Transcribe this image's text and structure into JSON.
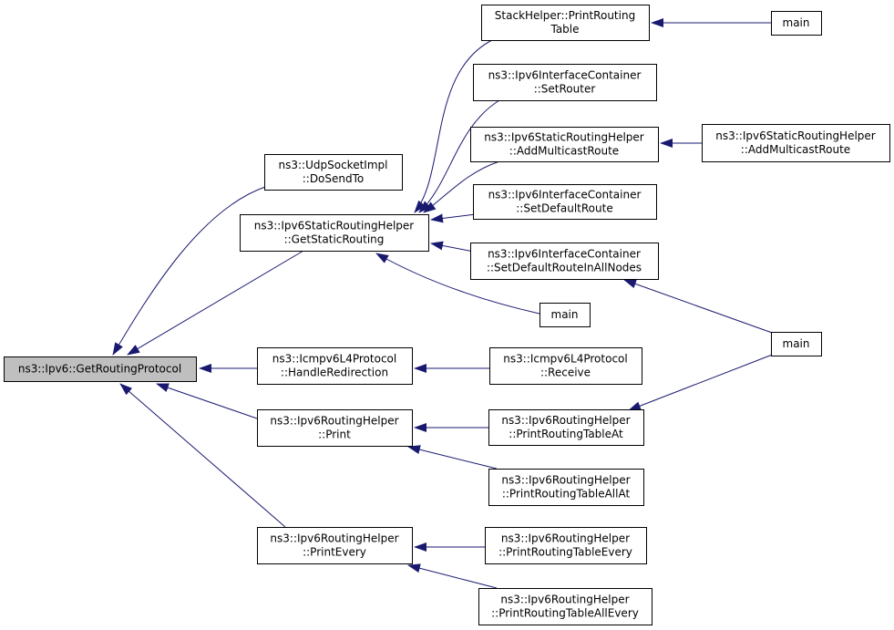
{
  "graph": {
    "colors": {
      "edge": "#191970",
      "node_fill": "#ffffff",
      "root_fill": "#bfbfbf",
      "node_border": "#000000"
    },
    "nodes": [
      {
        "id": "get_routing_protocol",
        "lines": [
          "ns3::Ipv6::GetRoutingProtocol"
        ],
        "root": true
      },
      {
        "id": "udp_do_send_to",
        "lines": [
          "ns3::UdpSocketImpl",
          "::DoSendTo"
        ]
      },
      {
        "id": "get_static_routing",
        "lines": [
          "ns3::Ipv6StaticRoutingHelper",
          "::GetStaticRouting"
        ]
      },
      {
        "id": "handle_redirection",
        "lines": [
          "ns3::Icmpv6L4Protocol",
          "::HandleRedirection"
        ]
      },
      {
        "id": "routing_print",
        "lines": [
          "ns3::Ipv6RoutingHelper",
          "::Print"
        ]
      },
      {
        "id": "routing_print_every",
        "lines": [
          "ns3::Ipv6RoutingHelper",
          "::PrintEvery"
        ]
      },
      {
        "id": "stack_print_routing_table",
        "lines": [
          "StackHelper::PrintRouting",
          "Table"
        ]
      },
      {
        "id": "container_set_router",
        "lines": [
          "ns3::Ipv6InterfaceContainer",
          "::SetRouter"
        ]
      },
      {
        "id": "static_add_multicast_1",
        "lines": [
          "ns3::Ipv6StaticRoutingHelper",
          "::AddMulticastRoute"
        ]
      },
      {
        "id": "container_set_default_route",
        "lines": [
          "ns3::Ipv6InterfaceContainer",
          "::SetDefaultRoute"
        ]
      },
      {
        "id": "container_set_default_all",
        "lines": [
          "ns3::Ipv6InterfaceContainer",
          "::SetDefaultRouteInAllNodes"
        ]
      },
      {
        "id": "main_mid",
        "lines": [
          "main"
        ]
      },
      {
        "id": "icmp_receive",
        "lines": [
          "ns3::Icmpv6L4Protocol",
          "::Receive"
        ]
      },
      {
        "id": "print_routing_table_at",
        "lines": [
          "ns3::Ipv6RoutingHelper",
          "::PrintRoutingTableAt"
        ]
      },
      {
        "id": "print_routing_table_all_at",
        "lines": [
          "ns3::Ipv6RoutingHelper",
          "::PrintRoutingTableAllAt"
        ]
      },
      {
        "id": "print_routing_table_every",
        "lines": [
          "ns3::Ipv6RoutingHelper",
          "::PrintRoutingTableEvery"
        ]
      },
      {
        "id": "print_routing_table_all_every",
        "lines": [
          "ns3::Ipv6RoutingHelper",
          "::PrintRoutingTableAllEvery"
        ]
      },
      {
        "id": "main_top",
        "lines": [
          "main"
        ]
      },
      {
        "id": "static_add_multicast_2",
        "lines": [
          "ns3::Ipv6StaticRoutingHelper",
          "::AddMulticastRoute"
        ]
      },
      {
        "id": "main_right",
        "lines": [
          "main"
        ]
      }
    ],
    "edges": [
      {
        "from": "udp_do_send_to",
        "to": "get_routing_protocol"
      },
      {
        "from": "get_static_routing",
        "to": "get_routing_protocol"
      },
      {
        "from": "handle_redirection",
        "to": "get_routing_protocol"
      },
      {
        "from": "routing_print",
        "to": "get_routing_protocol"
      },
      {
        "from": "routing_print_every",
        "to": "get_routing_protocol"
      },
      {
        "from": "stack_print_routing_table",
        "to": "get_static_routing"
      },
      {
        "from": "container_set_router",
        "to": "get_static_routing"
      },
      {
        "from": "static_add_multicast_1",
        "to": "get_static_routing"
      },
      {
        "from": "container_set_default_route",
        "to": "get_static_routing"
      },
      {
        "from": "container_set_default_all",
        "to": "get_static_routing"
      },
      {
        "from": "main_mid",
        "to": "get_static_routing"
      },
      {
        "from": "icmp_receive",
        "to": "handle_redirection"
      },
      {
        "from": "print_routing_table_at",
        "to": "routing_print"
      },
      {
        "from": "print_routing_table_all_at",
        "to": "routing_print"
      },
      {
        "from": "print_routing_table_every",
        "to": "routing_print_every"
      },
      {
        "from": "print_routing_table_all_every",
        "to": "routing_print_every"
      },
      {
        "from": "main_top",
        "to": "stack_print_routing_table"
      },
      {
        "from": "static_add_multicast_2",
        "to": "static_add_multicast_1"
      },
      {
        "from": "main_right",
        "to": "container_set_default_all"
      },
      {
        "from": "main_right",
        "to": "print_routing_table_at"
      }
    ]
  }
}
